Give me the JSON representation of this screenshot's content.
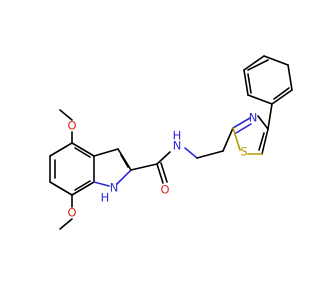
{
  "atoms": {
    "o_top": "O",
    "o_bottom": "O",
    "o_carbonyl": "O",
    "nh_amide": "N",
    "h_amide": "H",
    "nh_indole": "H",
    "n_indole": "N",
    "n_thiazole": "N",
    "s_thiazole": "S"
  },
  "colors": {
    "bond": "#000000",
    "oxygen": "#d42a1e",
    "nitrogen": "#2b2bd6",
    "sulfur": "#b89a00"
  }
}
